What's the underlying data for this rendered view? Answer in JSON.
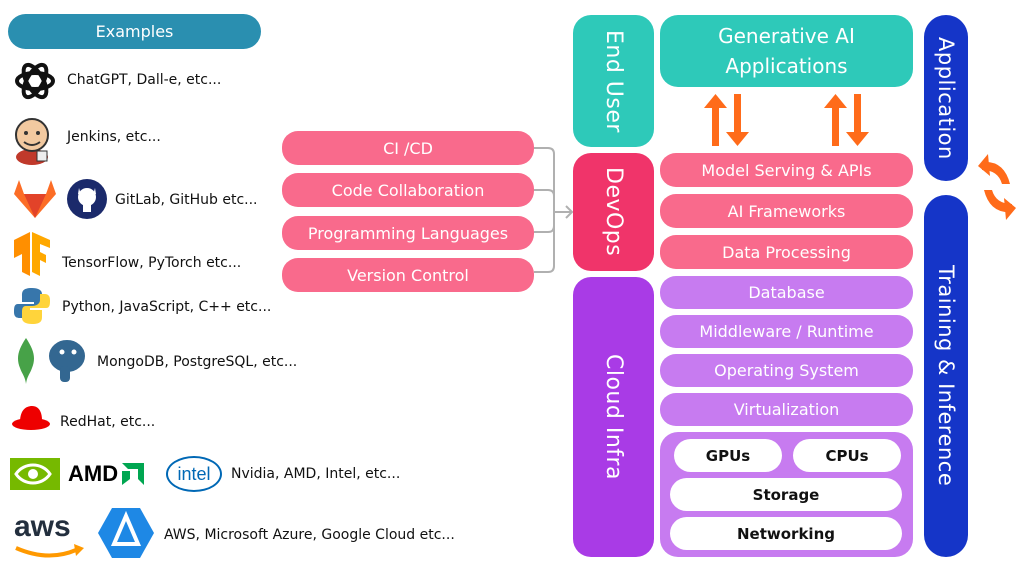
{
  "examples": {
    "header": "Examples",
    "rows": [
      {
        "text": "ChatGPT, Dall-e, etc...",
        "icons": [
          "openai-icon"
        ]
      },
      {
        "text": "Jenkins, etc...",
        "icons": [
          "jenkins-icon"
        ]
      },
      {
        "text": "GitLab, GitHub etc...",
        "icons": [
          "gitlab-icon",
          "github-icon"
        ]
      },
      {
        "text": "TensorFlow, PyTorch etc...",
        "icons": [
          "tensorflow-icon"
        ]
      },
      {
        "text": "Python, JavaScript, C++ etc...",
        "icons": [
          "python-icon"
        ]
      },
      {
        "text": "MongoDB, PostgreSQL, etc...",
        "icons": [
          "mongodb-icon",
          "postgresql-icon"
        ]
      },
      {
        "text": "RedHat, etc...",
        "icons": [
          "redhat-icon"
        ]
      },
      {
        "text": "Nvidia, AMD, Intel, etc...",
        "icons": [
          "nvidia-icon",
          "amd-icon",
          "intel-icon"
        ]
      },
      {
        "text": "AWS, Microsoft Azure, Google Cloud etc...",
        "icons": [
          "aws-icon",
          "azure-icon"
        ]
      }
    ],
    "logo_text": {
      "amd": "AMD",
      "intel": "intel",
      "aws": "aws"
    }
  },
  "devops_tools": [
    "CI /CD",
    "Code Collaboration",
    "Programming Languages",
    "Version Control"
  ],
  "categories": {
    "end_user": "End User",
    "devops": "DevOps",
    "cloud_infra": "Cloud Infra"
  },
  "stack": {
    "gen_ai_line1": "Generative AI",
    "gen_ai_line2": "Applications",
    "devops_layers": [
      "Model Serving & APIs",
      "AI Frameworks",
      "Data Processing"
    ],
    "infra_layers": [
      "Database",
      "Middleware / Runtime",
      "Operating System",
      "Virtualization"
    ],
    "hardware": {
      "gpus": "GPUs",
      "cpus": "CPUs",
      "storage": "Storage",
      "networking": "Networking"
    }
  },
  "phases": {
    "application": "Application",
    "training": "Training & Inference"
  },
  "colors": {
    "examples_header": "#2a8fb0",
    "teal": "#2ec9b9",
    "pink": "#f96a8c",
    "hot_pink": "#f0346a",
    "violet_dark": "#a93be6",
    "violet_light": "#c77bf0",
    "blue": "#1535c8",
    "orange": "#ff6b1a"
  }
}
